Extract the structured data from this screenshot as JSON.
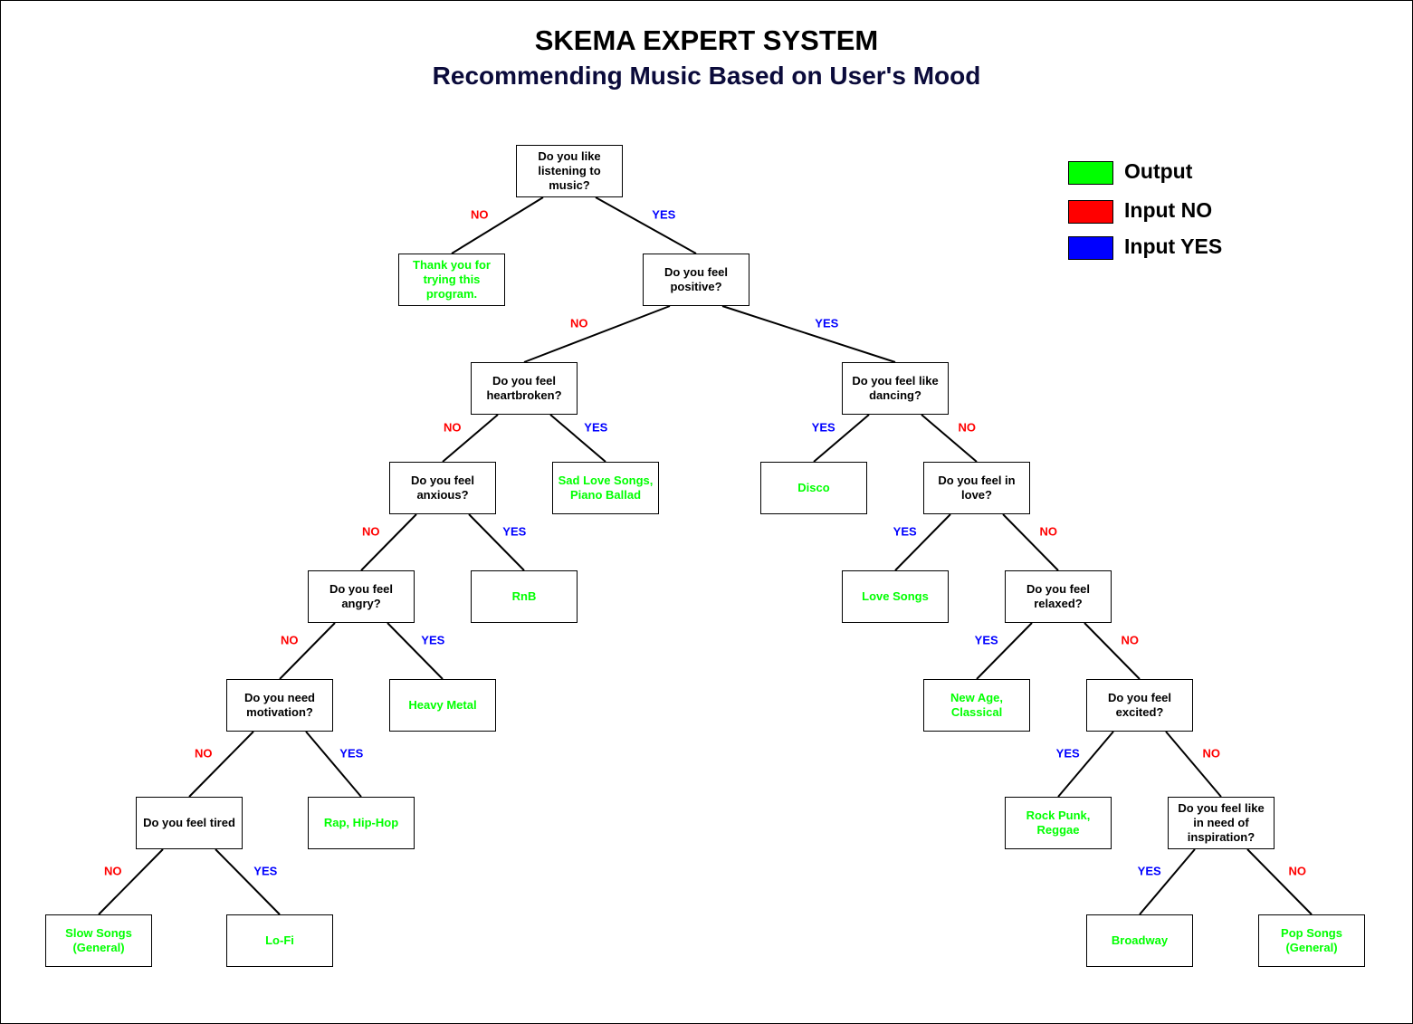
{
  "title": "SKEMA EXPERT SYSTEM",
  "subtitle": "Recommending Music Based on User's Mood",
  "colors": {
    "output": "#00ff00",
    "no": "#ff0000",
    "yes": "#0000ff",
    "subtitle": "#0b0b3b"
  },
  "legend": [
    {
      "label": "Output",
      "color": "#00ff00"
    },
    {
      "label": "Input NO",
      "color": "#ff0000"
    },
    {
      "label": "Input YES",
      "color": "#0000ff"
    }
  ],
  "edge_labels": {
    "no": "NO",
    "yes": "YES"
  },
  "nodes": {
    "q_music": {
      "text": "Do you like listening to music?",
      "kind": "question"
    },
    "o_thanks": {
      "text": "Thank you for trying this program.",
      "kind": "output"
    },
    "q_positive": {
      "text": "Do you feel positive?",
      "kind": "question"
    },
    "q_heartbroken": {
      "text": "Do you feel heartbroken?",
      "kind": "question"
    },
    "q_dancing": {
      "text": "Do you feel like dancing?",
      "kind": "question"
    },
    "q_anxious": {
      "text": "Do you feel anxious?",
      "kind": "question"
    },
    "o_sad": {
      "text": "Sad Love Songs, Piano Ballad",
      "kind": "output"
    },
    "o_disco": {
      "text": "Disco",
      "kind": "output"
    },
    "q_love": {
      "text": "Do you feel in love?",
      "kind": "question"
    },
    "q_angry": {
      "text": "Do you feel angry?",
      "kind": "question"
    },
    "o_rnb": {
      "text": "RnB",
      "kind": "output"
    },
    "o_lovesongs": {
      "text": "Love Songs",
      "kind": "output"
    },
    "q_relaxed": {
      "text": "Do you feel relaxed?",
      "kind": "question"
    },
    "q_motivation": {
      "text": "Do you need motivation?",
      "kind": "question"
    },
    "o_metal": {
      "text": "Heavy Metal",
      "kind": "output"
    },
    "o_newage": {
      "text": "New Age, Classical",
      "kind": "output"
    },
    "q_excited": {
      "text": "Do you feel excited?",
      "kind": "question"
    },
    "q_tired": {
      "text": "Do you feel tired",
      "kind": "question"
    },
    "o_rap": {
      "text": "Rap, Hip-Hop",
      "kind": "output"
    },
    "o_rock": {
      "text": "Rock Punk, Reggae",
      "kind": "output"
    },
    "q_inspiration": {
      "text": "Do you feel like in need of inspiration?",
      "kind": "question"
    },
    "o_slow": {
      "text": "Slow Songs (General)",
      "kind": "output"
    },
    "o_lofi": {
      "text": "Lo-Fi",
      "kind": "output"
    },
    "o_broadway": {
      "text": "Broadway",
      "kind": "output"
    },
    "o_pop": {
      "text": "Pop Songs (General)",
      "kind": "output"
    }
  },
  "edges": [
    {
      "from": "q_music",
      "to": "o_thanks",
      "answer": "no"
    },
    {
      "from": "q_music",
      "to": "q_positive",
      "answer": "yes"
    },
    {
      "from": "q_positive",
      "to": "q_heartbroken",
      "answer": "no"
    },
    {
      "from": "q_positive",
      "to": "q_dancing",
      "answer": "yes"
    },
    {
      "from": "q_heartbroken",
      "to": "q_anxious",
      "answer": "no"
    },
    {
      "from": "q_heartbroken",
      "to": "o_sad",
      "answer": "yes"
    },
    {
      "from": "q_dancing",
      "to": "o_disco",
      "answer": "yes"
    },
    {
      "from": "q_dancing",
      "to": "q_love",
      "answer": "no"
    },
    {
      "from": "q_anxious",
      "to": "q_angry",
      "answer": "no"
    },
    {
      "from": "q_anxious",
      "to": "o_rnb",
      "answer": "yes"
    },
    {
      "from": "q_love",
      "to": "o_lovesongs",
      "answer": "yes"
    },
    {
      "from": "q_love",
      "to": "q_relaxed",
      "answer": "no"
    },
    {
      "from": "q_angry",
      "to": "q_motivation",
      "answer": "no"
    },
    {
      "from": "q_angry",
      "to": "o_metal",
      "answer": "yes"
    },
    {
      "from": "q_relaxed",
      "to": "o_newage",
      "answer": "yes"
    },
    {
      "from": "q_relaxed",
      "to": "q_excited",
      "answer": "no"
    },
    {
      "from": "q_motivation",
      "to": "q_tired",
      "answer": "no"
    },
    {
      "from": "q_motivation",
      "to": "o_rap",
      "answer": "yes"
    },
    {
      "from": "q_excited",
      "to": "o_rock",
      "answer": "yes"
    },
    {
      "from": "q_excited",
      "to": "q_inspiration",
      "answer": "no"
    },
    {
      "from": "q_tired",
      "to": "o_slow",
      "answer": "no"
    },
    {
      "from": "q_tired",
      "to": "o_lofi",
      "answer": "yes"
    },
    {
      "from": "q_inspiration",
      "to": "o_broadway",
      "answer": "yes"
    },
    {
      "from": "q_inspiration",
      "to": "o_pop",
      "answer": "no"
    }
  ]
}
